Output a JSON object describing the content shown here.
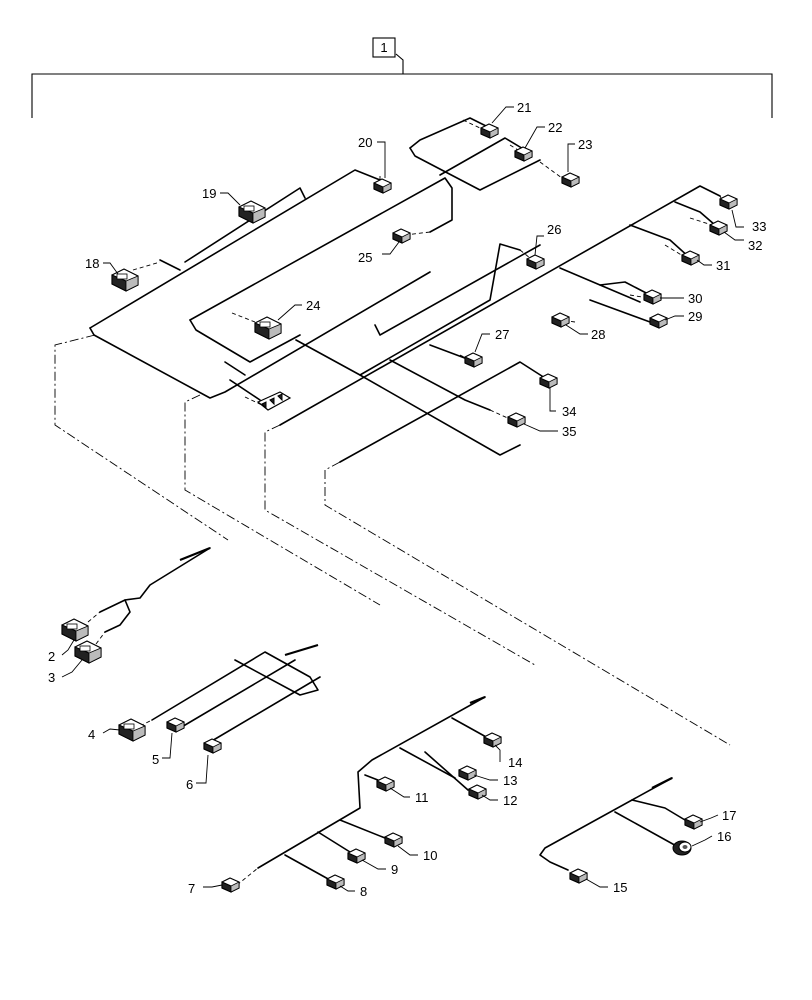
{
  "diagram": {
    "assembly_callout": "1",
    "callouts": [
      "2",
      "3",
      "4",
      "5",
      "6",
      "7",
      "8",
      "9",
      "10",
      "11",
      "12",
      "13",
      "14",
      "15",
      "16",
      "17",
      "18",
      "19",
      "20",
      "21",
      "22",
      "23",
      "24",
      "25",
      "26",
      "27",
      "28",
      "29",
      "30",
      "31",
      "32",
      "33",
      "34",
      "35"
    ]
  }
}
